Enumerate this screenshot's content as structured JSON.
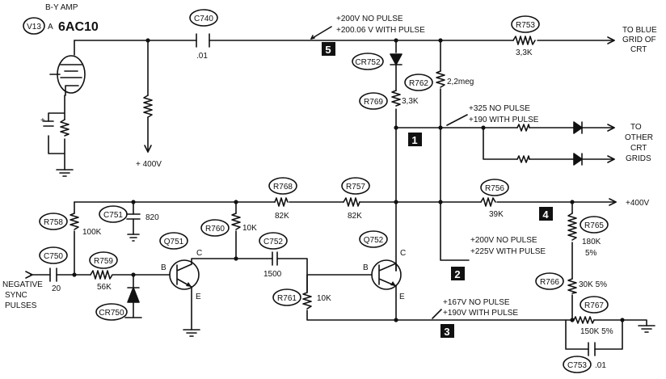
{
  "tube": {
    "ref": "V13",
    "suffix": "A",
    "name": "6AC10",
    "title": "B-Y AMP"
  },
  "supply": {
    "plus400_left": "+ 400V",
    "plus400_right": "+400V"
  },
  "outputs": {
    "blue_grid": [
      "TO BLUE",
      "GRID OF",
      "CRT"
    ],
    "other_grids": [
      "TO",
      "OTHER",
      "CRT",
      "GRIDS"
    ]
  },
  "input": [
    "NEGATIVE",
    "SYNC",
    "PULSES"
  ],
  "transistors": [
    "Q751",
    "Q752"
  ],
  "pins": {
    "b": "B",
    "c": "C",
    "e": "E"
  },
  "components": {
    "C740": {
      "ref": "C740",
      "value": ".01"
    },
    "R753": {
      "ref": "R753",
      "value": "3,3K"
    },
    "CR752": {
      "ref": "CR752"
    },
    "R762": {
      "ref": "R762",
      "value": "2,2meg"
    },
    "R769": {
      "ref": "R769",
      "value": "3,3K"
    },
    "R768": {
      "ref": "R768",
      "value": "82K"
    },
    "R757": {
      "ref": "R757",
      "value": "82K"
    },
    "R756": {
      "ref": "R756",
      "value": "39K"
    },
    "R758": {
      "ref": "R758",
      "value": "100K"
    },
    "C751": {
      "ref": "C751",
      "value": "820"
    },
    "R760": {
      "ref": "R760",
      "value": "10K"
    },
    "C752": {
      "ref": "C752",
      "value": "1500"
    },
    "C750": {
      "ref": "C750",
      "value": "20"
    },
    "R759": {
      "ref": "R759",
      "value": "56K"
    },
    "CR750": {
      "ref": "CR750"
    },
    "R761": {
      "ref": "R761",
      "value": "10K"
    },
    "R765": {
      "ref": "R765",
      "value": "180K",
      "tol": "5%"
    },
    "R766": {
      "ref": "R766",
      "value": "30K 5%"
    },
    "R767": {
      "ref": "R767",
      "value": "150K 5%"
    },
    "C753": {
      "ref": "C753",
      "value": ".01"
    }
  },
  "test_points": {
    "tp1": {
      "num": "1",
      "line1": "+325 NO PULSE",
      "line2": "+190  WITH PULSE"
    },
    "tp2": {
      "num": "2",
      "line1": "+200V NO PULSE",
      "line2": "+225V WITH PULSE"
    },
    "tp3": {
      "num": "3",
      "line1": "+167V NO PULSE",
      "line2": "+190V WITH PULSE"
    },
    "tp4": {
      "num": "4"
    },
    "tp5": {
      "num": "5",
      "line1": "+200V NO PULSE",
      "line2": "+200.06 V WITH PULSE"
    }
  }
}
